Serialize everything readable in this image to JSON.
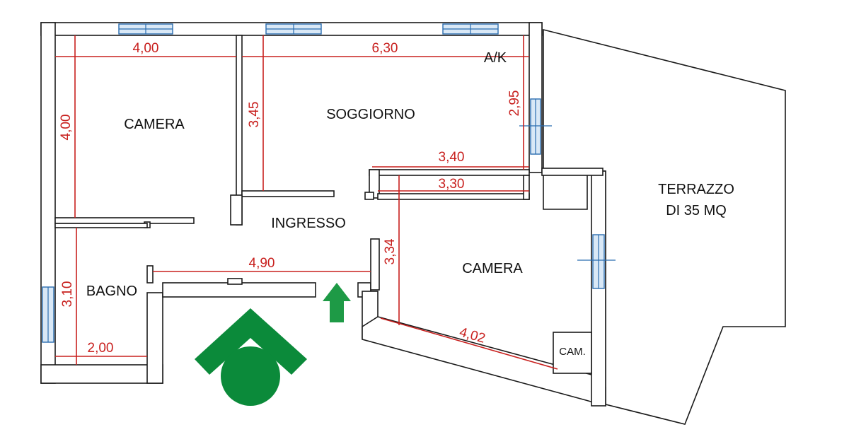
{
  "rooms": {
    "camera_1": "CAMERA",
    "soggiorno": "SOGGIORNO",
    "ak": "A/K",
    "ingresso": "INGRESSO",
    "bagno": "BAGNO",
    "camera_2": "CAMERA",
    "terrazzo_line1": "TERRAZZO",
    "terrazzo_line2": "DI 35 MQ",
    "cam": "CAM."
  },
  "dimensions": {
    "camera_1_width": "4,00",
    "camera_1_height": "4,00",
    "soggiorno_width": "6,30",
    "soggiorno_height": "3,45",
    "ak_height": "2,95",
    "ak_width": "3,40",
    "camera_2_width": "3,30",
    "camera_2_height": "3,34",
    "camera_2_diag": "4,02",
    "ingresso_width": "4,90",
    "bagno_height": "3,10",
    "bagno_width": "2,00"
  },
  "colors": {
    "dimension": "#c8201e",
    "logo": "#0b8a3a",
    "window": "#2a6db0"
  },
  "icons": {
    "entrance": "arrow-up-icon",
    "logo": "house-logo-icon"
  }
}
